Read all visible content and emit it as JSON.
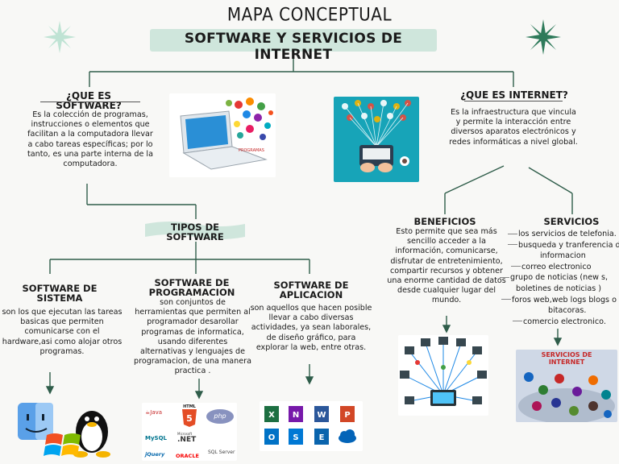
{
  "header": {
    "title": "MAPA CONCEPTUAL",
    "subtitle": "SOFTWARE Y SERVICIOS DE INTERNET"
  },
  "software": {
    "heading": "¿QUE ES SOFTWARE?",
    "text": "Es la colección de programas, instrucciones o elementos que facilitan a la computadora llevar a cabo tareas específicas; por lo tanto, es una parte interna de la computadora.",
    "laptop_label": "PROGRAMAS"
  },
  "tipos": {
    "heading_line1": "TIPOS DE",
    "heading_line2": "SOFTWARE"
  },
  "sistema": {
    "heading_line1": "SOFTWARE DE",
    "heading_line2": "SISTEMA",
    "text": "son los que ejecutan las tareas basicas que permiten comunicarse con el hardware,asi como alojar otros programas."
  },
  "programacion": {
    "heading_line1": "SOFTWARE DE",
    "heading_line2": "PROGRAMACION",
    "text": "son conjuntos de herramientas que permiten al programador desarollar programas de informatica, usando diferentes alternativas y lenguajes de programacion, de una manera practica .",
    "logos": {
      "java": "Java",
      "html": "HTML",
      "php": "php",
      "mysql": "MySQL",
      "net_small": "Microsoft",
      "net": ".NET",
      "sqlserver": "SQL Server",
      "jquery": "jQuery",
      "oracle": "ORACLE"
    }
  },
  "aplicacion": {
    "heading_line1": "SOFTWARE DE",
    "heading_line2": "APLICACION",
    "text": "son aquellos que hacen posible llevar a cabo diversas actividades, ya sean laborales, de diseño gráfico, para explorar la web, entre otras."
  },
  "internet": {
    "heading": "¿QUE ES INTERNET?",
    "text": "Es la infraestructura que vincula y permite la interacción entre diversos aparatos electrónicos y redes informáticas a nivel global."
  },
  "beneficios": {
    "heading": "BENEFICIOS",
    "text": "Esto permite que sea más sencillo acceder a la información, comunicarse, disfrutar de entretenimiento, compartir recursos y obtener una enorme cantidad de datos desde cualquier lugar del mundo."
  },
  "servicios": {
    "heading": "SERVICIOS",
    "items": [
      "los servicios de telefonia.",
      "busqueda y tranferencia de",
      "informacion",
      "correo electronico",
      "grupo de noticias (new s,",
      "boletines de noticias )",
      "foros web,web logs blogs o",
      "bitacoras.",
      "comercio electronico."
    ],
    "image_label_line1": "SERVICIOS DE",
    "image_label_line2": "INTERNET"
  },
  "colors": {
    "accent_mint": "#cfe6dc",
    "line_green": "#2f5d4a",
    "star_light": "#bfe3d4",
    "star_dark": "#2e7a5a"
  }
}
